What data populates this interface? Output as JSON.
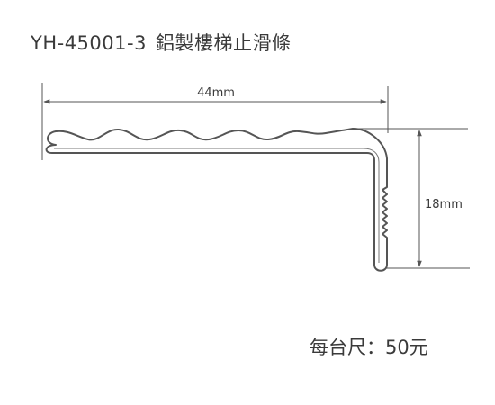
{
  "title": {
    "model": "YH-45001-3",
    "name": "鋁製樓梯止滑條"
  },
  "dimensions": {
    "width_label": "44mm",
    "height_label": "18mm"
  },
  "price": {
    "label": "每台尺：50元"
  },
  "colors": {
    "stroke": "#555555",
    "text": "#3a3a3a",
    "profile_fill": "#ffffff"
  }
}
